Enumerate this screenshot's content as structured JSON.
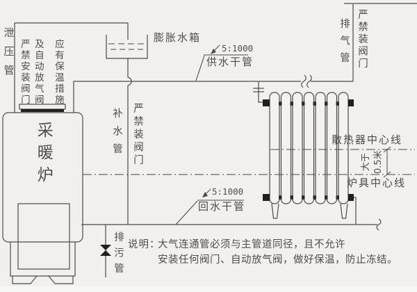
{
  "labels": {
    "relief_pipe": "泄压管",
    "warn_col_left": "严禁安装阀门",
    "warn_col_mid": "及自动放气阀",
    "warn_col_right": "应有保温措施",
    "expansion_tank": "膨胀水箱",
    "supply_slope": "5:1000",
    "supply_pipe": "供水干管",
    "makeup_pipe": "补水管",
    "no_valve_mid": "严禁装阀门",
    "vent_pipe": "排气管",
    "no_valve_top": "严禁装阀门",
    "boiler": "采暖炉",
    "radiator_centerline": "散热器中心线",
    "distance_word": "大于",
    "distance_value": "0.5米",
    "boiler_centerline": "炉具中心线",
    "return_slope": "5:1000",
    "return_pipe": "回水干管",
    "drain_pipe": "排污管",
    "note_prefix": "说明：",
    "note_line1": "大气连通管必须与主管道同径，且不允许",
    "note_line2": "安装任何阀门、自动放气阀，做好保温，防止冻结。"
  },
  "colors": {
    "background": "#f1f0ed",
    "line": "#4a4a48",
    "text": "#4d4d4b",
    "solid_fill": "#1f1f1d"
  }
}
